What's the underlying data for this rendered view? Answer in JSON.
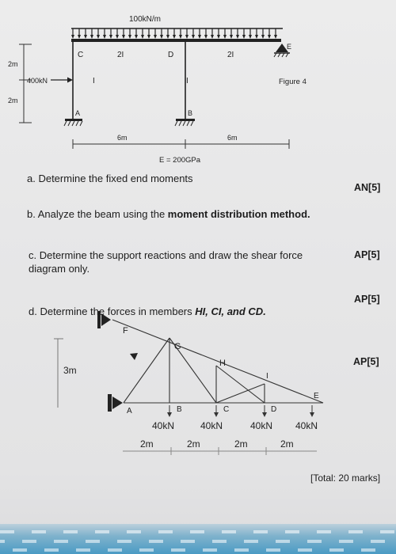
{
  "frame": {
    "load": "100kN/m",
    "nodes": {
      "c": "C",
      "d": "D",
      "e": "E",
      "a": "A",
      "b": "B"
    },
    "i_top_left": "2I",
    "i_top_right": "2I",
    "i_col_left": "I",
    "i_col_mid": "I",
    "force": "400kN",
    "h_upper": "2m",
    "h_lower": "2m",
    "span_left": "6m",
    "span_right": "6m",
    "figure_label": "Figure 4",
    "modulus": "E = 200GPa"
  },
  "questions": {
    "a": {
      "text": "a. Determine the fixed end moments",
      "marks": "AN[5]"
    },
    "b": {
      "prefix": "b. Analyze the beam using the ",
      "bold": "moment distribution method.",
      "suffix": ""
    },
    "c": {
      "text": "c. Determine the support reactions and draw the shear force diagram only.",
      "marks": "AP[5]"
    },
    "c_extra_marks": "AP[5]",
    "d": {
      "prefix": "d. Determine the forces in members ",
      "members": "HI, CI, and CD.",
      "suffix": ""
    },
    "d_marks": "AP[5]"
  },
  "truss": {
    "nodes": {
      "f": "F",
      "g": "G",
      "h": "H",
      "i": "I",
      "e": "E",
      "a": "A",
      "b": "B",
      "c": "C",
      "d": "D"
    },
    "height": "3m",
    "loads": [
      "40kN",
      "40kN",
      "40kN",
      "40kN"
    ],
    "spacings": [
      "2m",
      "2m",
      "2m",
      "2m"
    ]
  },
  "total": "[Total: 20 marks]"
}
